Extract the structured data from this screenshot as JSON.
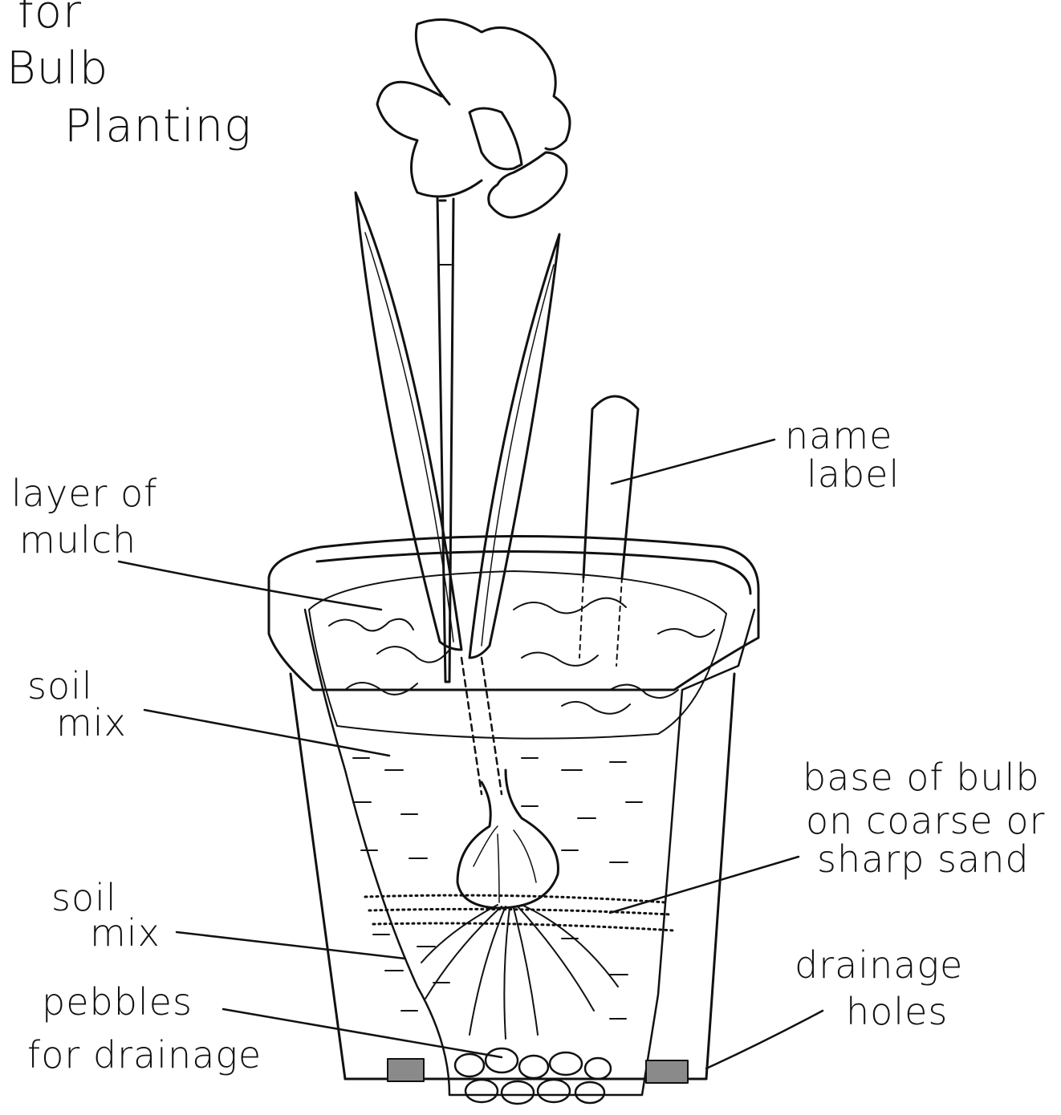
{
  "title": {
    "lines": [
      "for",
      "Bulb",
      "Planting"
    ]
  },
  "labels": {
    "name_label": [
      "name",
      "label"
    ],
    "mulch": [
      "layer of",
      "mulch"
    ],
    "soil_mix_upper": [
      "soil",
      "mix"
    ],
    "base_of_bulb": [
      "base of bulb",
      "on coarse or",
      "sharp sand"
    ],
    "soil_mix_lower": [
      "soil",
      "mix"
    ],
    "pebbles": [
      "pebbles",
      "for drainage"
    ],
    "drainage_holes": [
      "drainage",
      "holes"
    ]
  },
  "colors": {
    "ink": "#111111",
    "paper": "#ffffff",
    "hole_fill": "#8a8a8a"
  }
}
